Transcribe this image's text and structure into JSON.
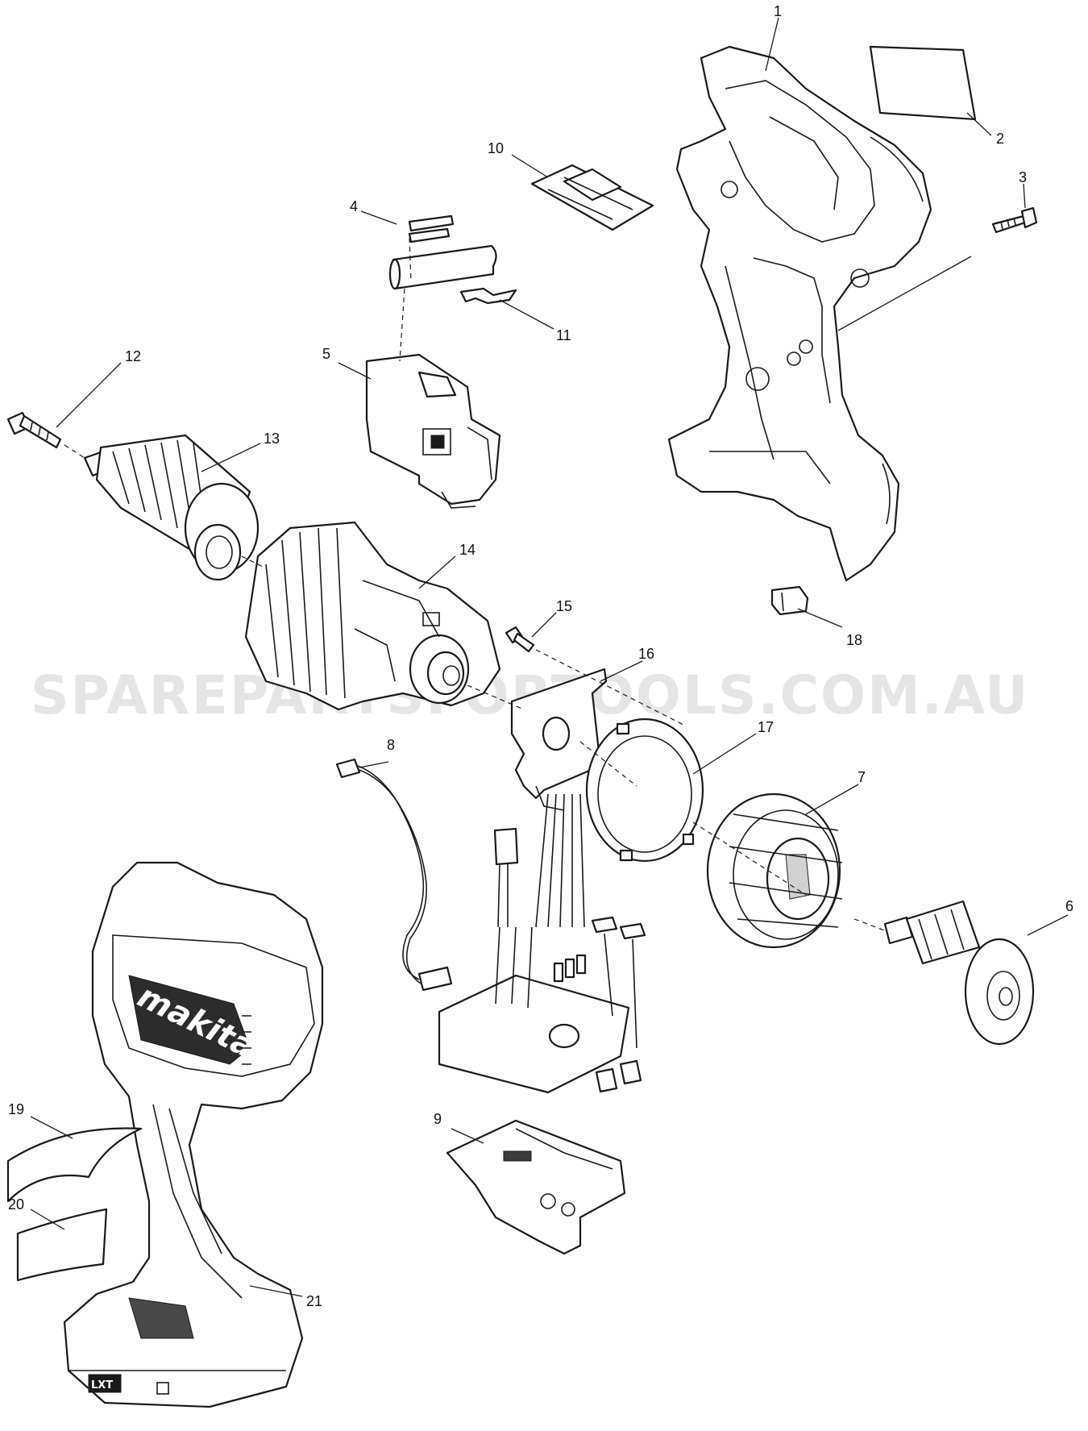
{
  "watermark": "SPAREPARTSFORTOOLS.COM.AU",
  "logo": "makita",
  "badge": "LXT",
  "callouts": {
    "p1": "1",
    "p2": "2",
    "p3": "3",
    "p4": "4",
    "p5": "5",
    "p6": "6",
    "p7": "7",
    "p8": "8",
    "p9": "9",
    "p10": "10",
    "p11": "11",
    "p12": "12",
    "p13": "13",
    "p14": "14",
    "p15": "15",
    "p16": "16",
    "p17": "17",
    "p18": "18",
    "p19": "19",
    "p20": "20",
    "p21": "21"
  }
}
